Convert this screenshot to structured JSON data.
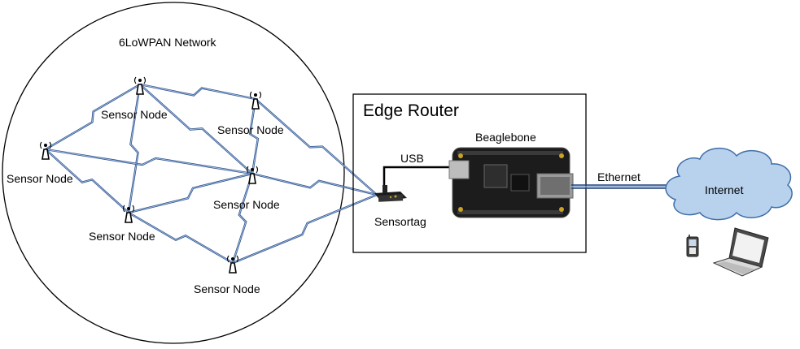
{
  "network": {
    "title": "6LoWPAN Network",
    "nodes": [
      {
        "id": "n_top",
        "label": ""
      },
      {
        "id": "n_upright",
        "label": "Sensor Node"
      },
      {
        "id": "n_left",
        "label": "Sensor Node"
      },
      {
        "id": "n_mid",
        "label": "Sensor Node"
      },
      {
        "id": "n_center",
        "label": "Sensor Node"
      },
      {
        "id": "n_bottom",
        "label": "Sensor Node"
      },
      {
        "id": "n_lowmid",
        "label": "Sensor Node"
      }
    ],
    "top_node_label": "Sensor Node"
  },
  "edge_router": {
    "title": "Edge Router",
    "board_label": "Beaglebone",
    "usb_label": "USB",
    "sensortag_label": "Sensortag"
  },
  "internet": {
    "ethernet_label": "Ethernet",
    "cloud_label": "Internet"
  },
  "colors": {
    "link": "#2b4f8a",
    "cloud_fill": "#b8d2ee",
    "cloud_stroke": "#3f6fa8",
    "ethernet": "#2b4f8a"
  }
}
